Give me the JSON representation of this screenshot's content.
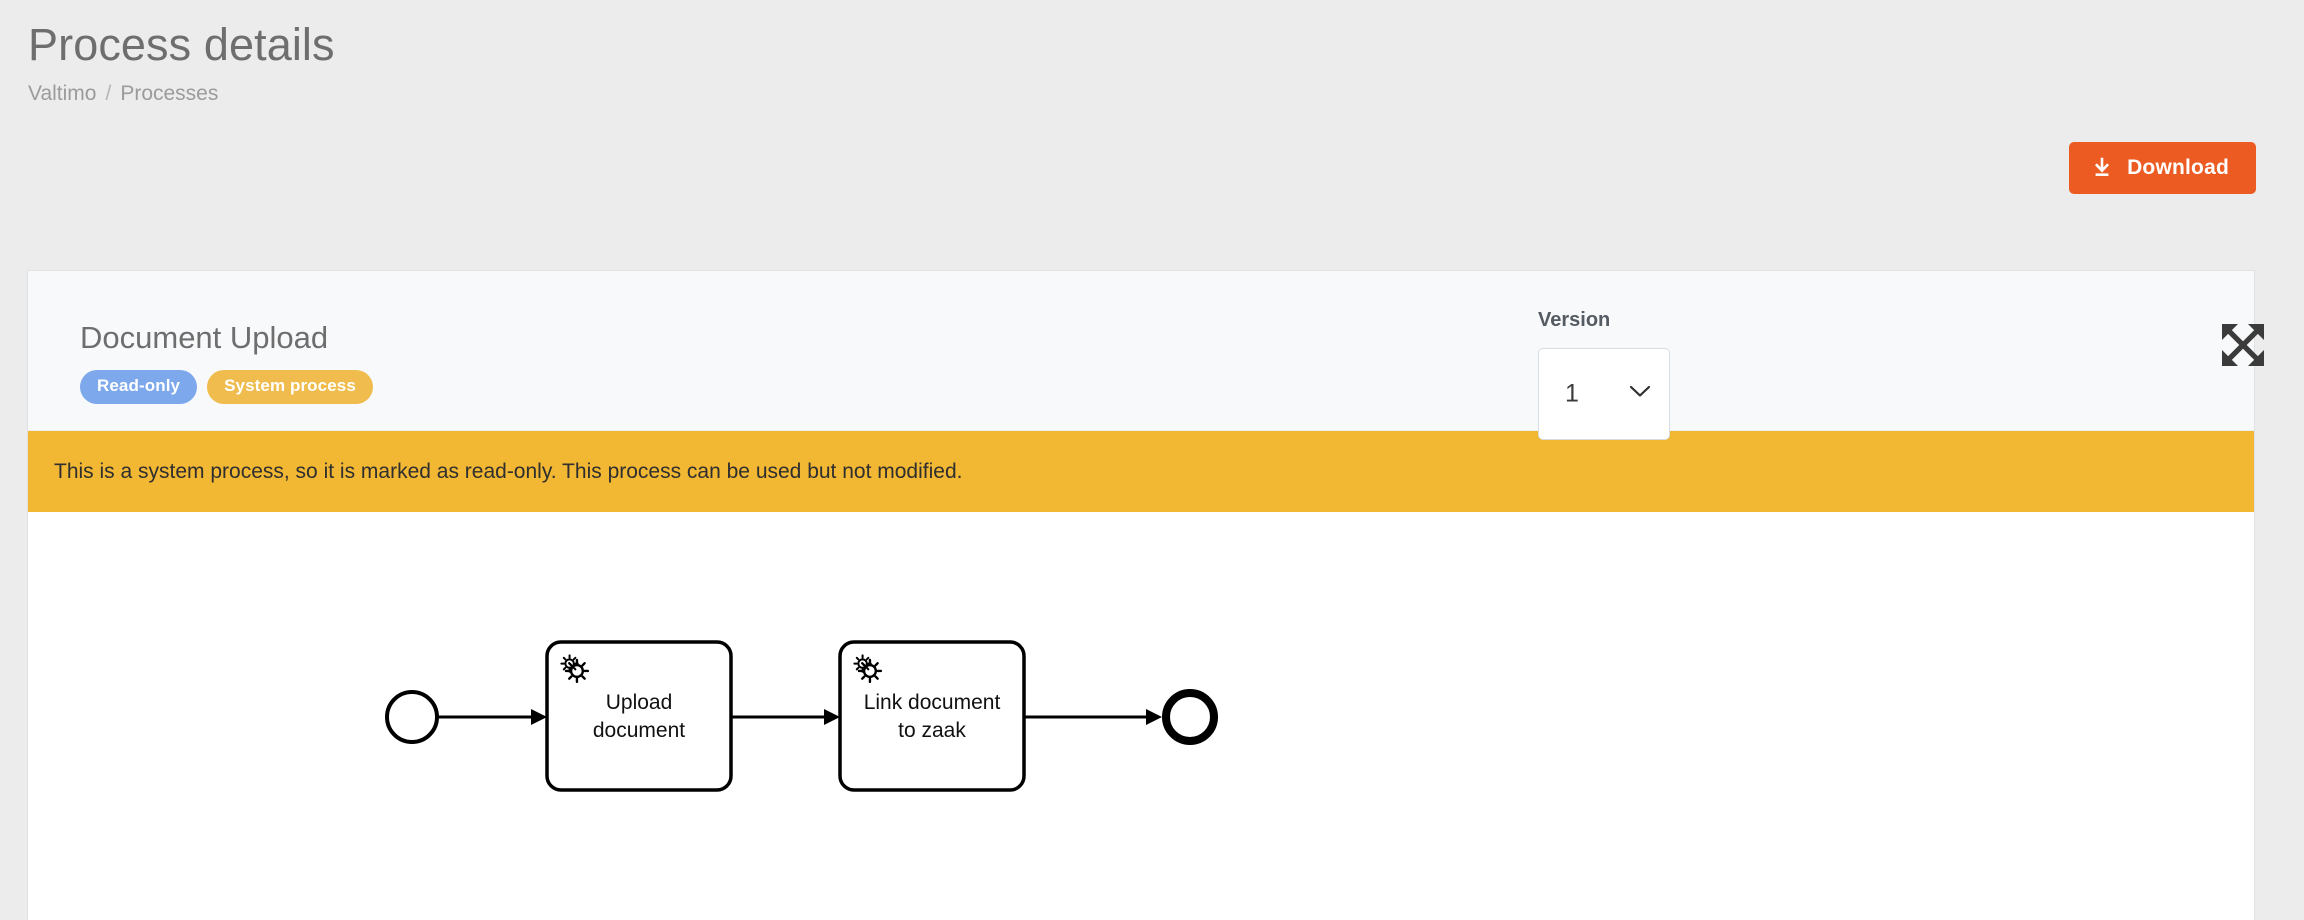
{
  "header": {
    "title": "Process details",
    "breadcrumb": {
      "root": "Valtimo",
      "separator": "/",
      "current": "Processes"
    }
  },
  "toolbar": {
    "download_label": "Download",
    "download_icon": "download-icon",
    "download_color": "#EC5B21"
  },
  "card": {
    "process_name": "Document Upload",
    "badges": [
      {
        "label": "Read-only",
        "color": "#7DA8EC"
      },
      {
        "label": "System process",
        "color": "#F0BC4D"
      }
    ],
    "version": {
      "label": "Version",
      "value": "1",
      "chevron_icon": "chevron-down-icon",
      "options": [
        "1"
      ]
    },
    "expand_icon": "expand-arrows-icon",
    "warning": {
      "text": "This is a system process, so it is marked as read-only. This process can be used but not modified.",
      "color": "#F2B733"
    }
  },
  "diagram": {
    "type": "bpmn",
    "nodes": [
      {
        "id": "start",
        "type": "start-event",
        "label": ""
      },
      {
        "id": "task1",
        "type": "service-task",
        "label_line1": "Upload",
        "label_line2": "document",
        "icon": "gear-icon"
      },
      {
        "id": "task2",
        "type": "service-task",
        "label_line1": "Link document",
        "label_line2": "to zaak",
        "icon": "gear-icon"
      },
      {
        "id": "end",
        "type": "end-event",
        "label": ""
      }
    ],
    "flows": [
      {
        "from": "start",
        "to": "task1"
      },
      {
        "from": "task1",
        "to": "task2"
      },
      {
        "from": "task2",
        "to": "end"
      }
    ]
  }
}
